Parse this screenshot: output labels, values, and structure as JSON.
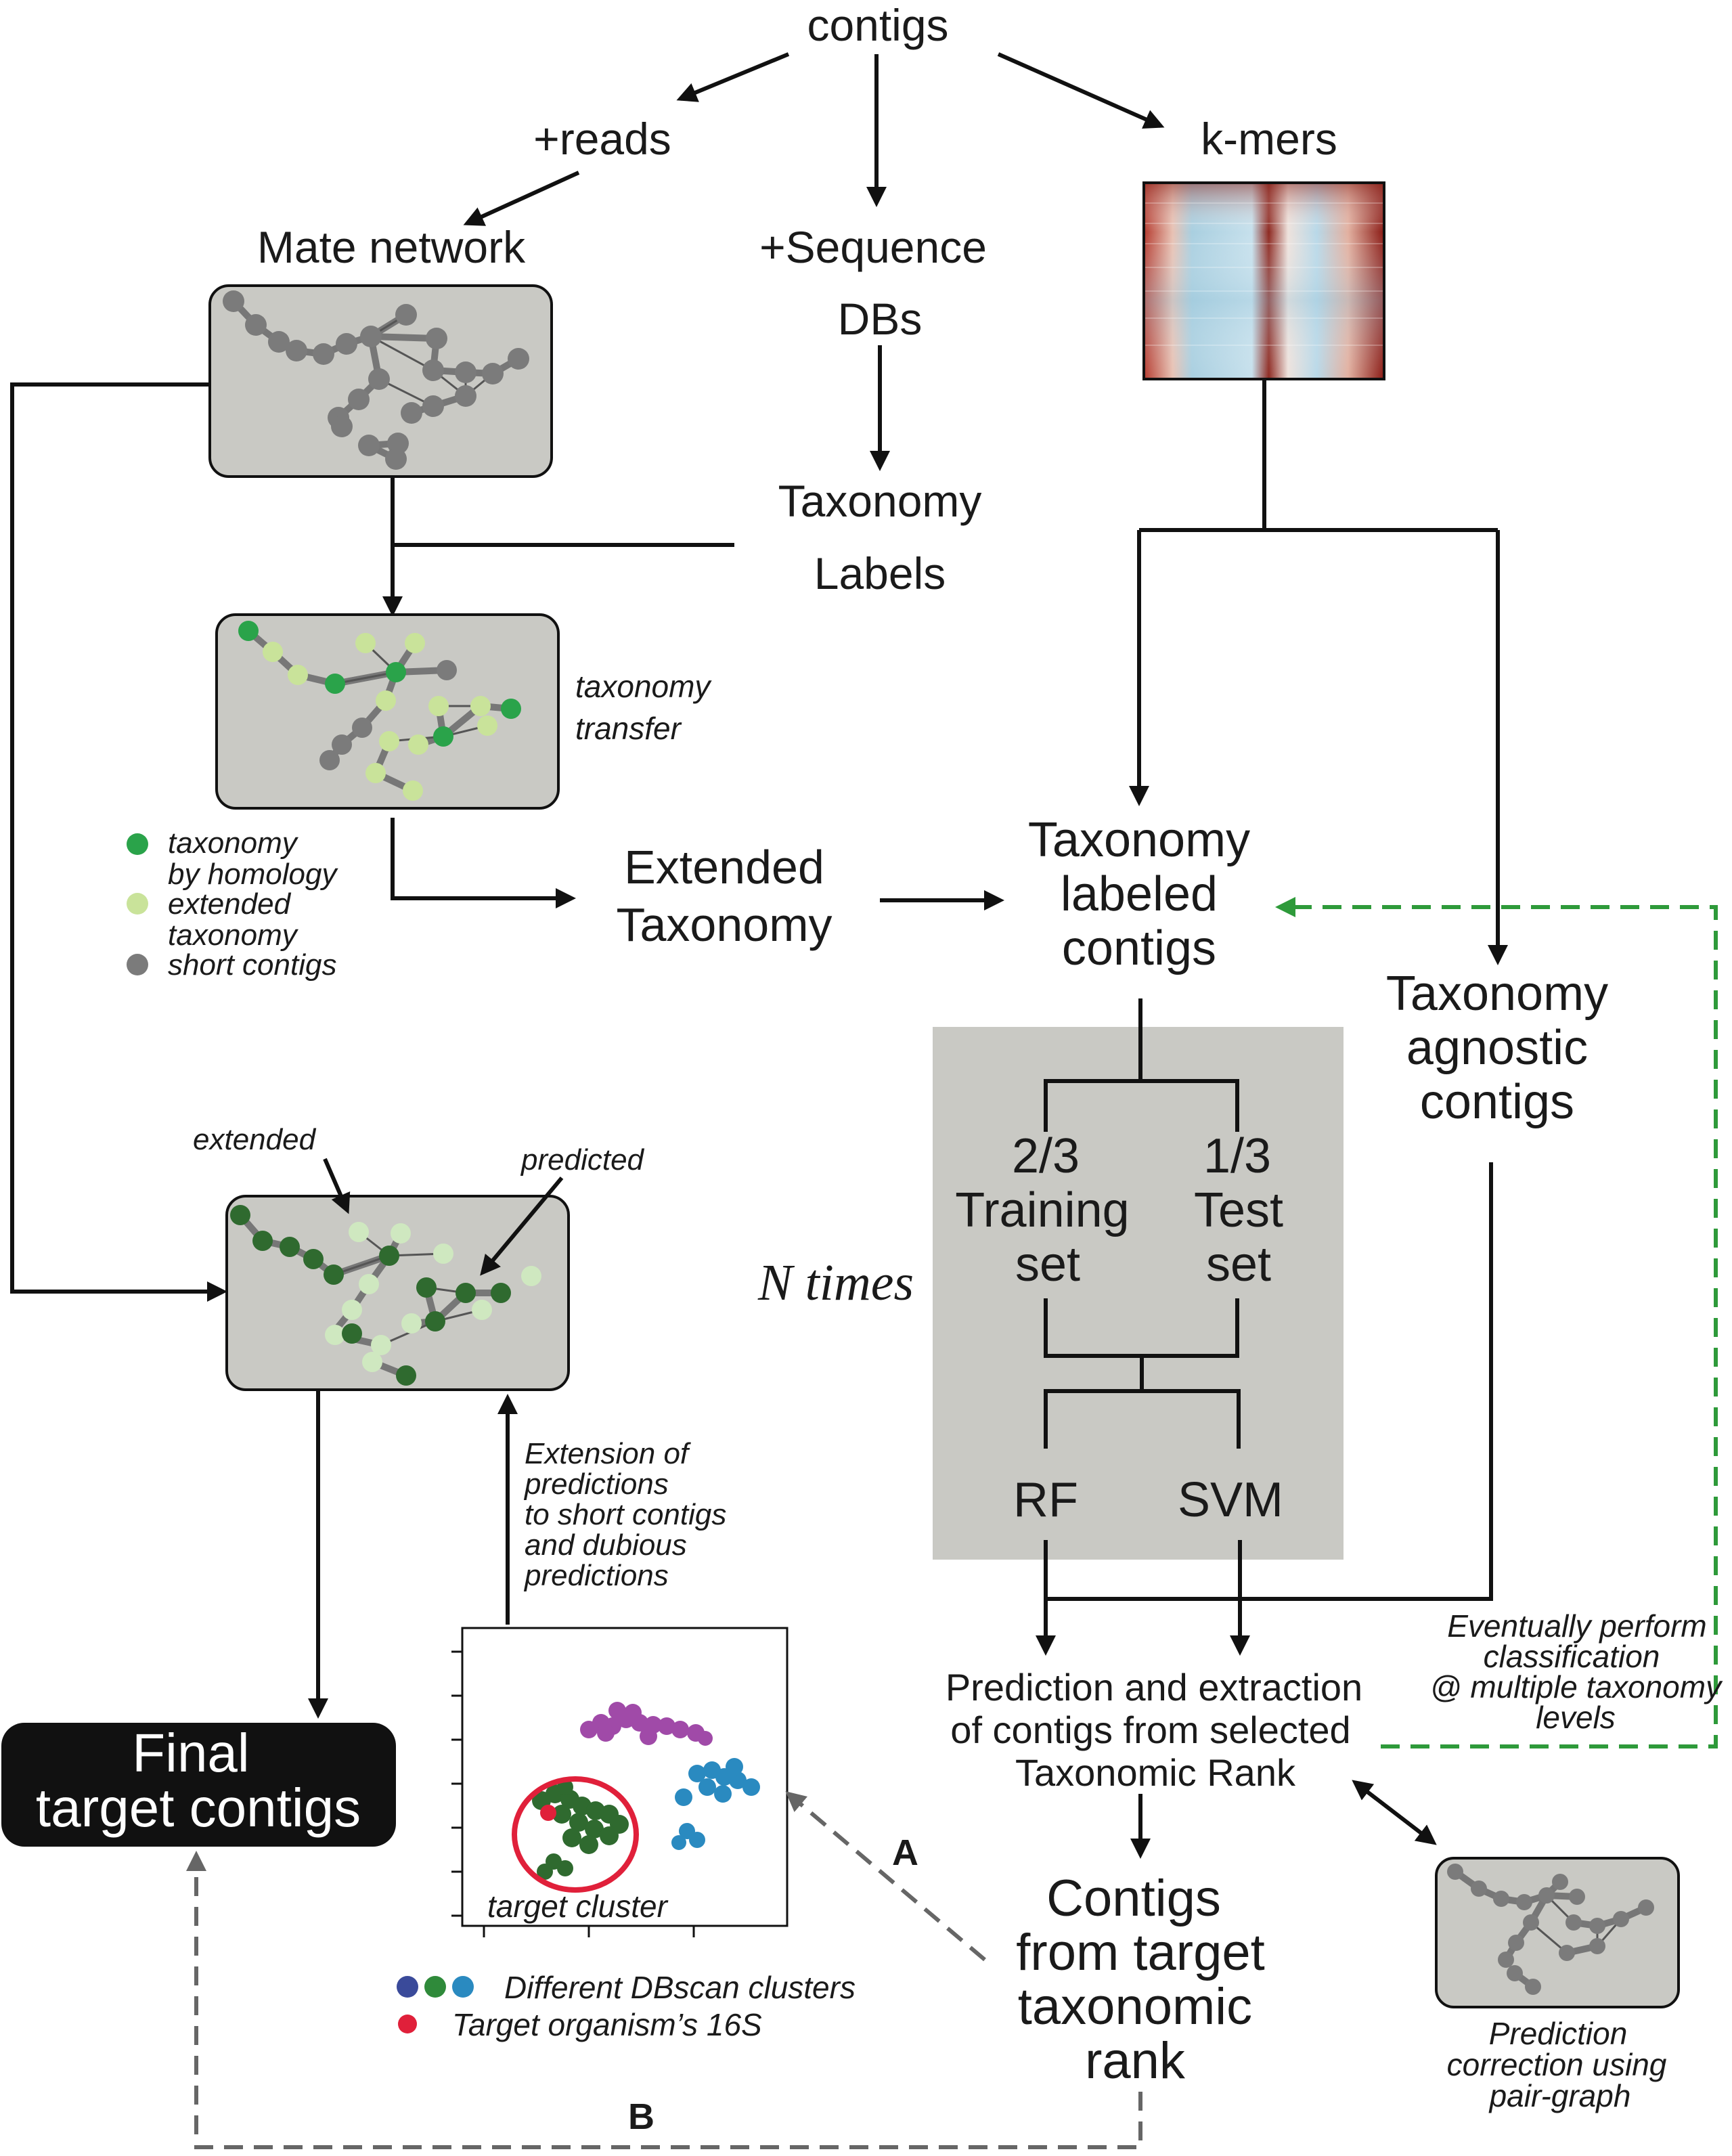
{
  "nodes": {
    "contigs": "contigs",
    "reads": "+reads",
    "kmers": "k-mers",
    "mate_network": "Mate network",
    "sequence_dbs_1": "+Sequence",
    "sequence_dbs_2": "DBs",
    "taxonomy_labels_1": "Taxonomy",
    "taxonomy_labels_2": "Labels",
    "taxonomy_transfer_1": "taxonomy",
    "taxonomy_transfer_2": "transfer",
    "extended_taxonomy_1": "Extended",
    "extended_taxonomy_2": "Taxonomy",
    "labeled_contigs_1": "Taxonomy",
    "labeled_contigs_2": "labeled",
    "labeled_contigs_3": "contigs",
    "agnostic_contigs_1": "Taxonomy",
    "agnostic_contigs_2": "agnostic",
    "agnostic_contigs_3": "contigs",
    "training_1": "2/3",
    "training_2": "Training",
    "training_3": "set",
    "test_1": "1/3",
    "test_2": "Test",
    "test_3": "set",
    "n_times": "N times",
    "rf": "RF",
    "svm": "SVM",
    "extended_label": "extended",
    "predicted_label": "predicted",
    "extension_1": "Extension of",
    "extension_2": "predictions",
    "extension_3": "to short contigs",
    "extension_4": "and dubious",
    "extension_5": "predictions",
    "eventually_1": "Eventually perform",
    "eventually_2": "classification",
    "eventually_3": "@ multiple taxonomy",
    "eventually_4": "levels",
    "prediction_1": "Prediction and extraction",
    "prediction_2": "of contigs from selected",
    "prediction_3": "Taxonomic Rank",
    "target_rank_1": "Contigs",
    "target_rank_2": "from target",
    "target_rank_3": "taxonomic",
    "target_rank_4": "rank",
    "final_1": "Final",
    "final_2": "target contigs",
    "target_cluster": "target cluster",
    "pair_graph_1": "Prediction",
    "pair_graph_2": "correction using",
    "pair_graph_3": "pair-graph",
    "arrow_a": "A",
    "arrow_b": "B"
  },
  "legend_taxonomy": [
    {
      "label_1": "taxonomy",
      "label_2": "by homology",
      "color": "#2aa34a"
    },
    {
      "label_1": "extended",
      "label_2": "taxonomy",
      "color": "#c9e39a"
    },
    {
      "label_1": "short contigs",
      "label_2": "",
      "color": "#7b7b7b"
    }
  ],
  "legend_dbscan": [
    {
      "label": "Different DBscan clusters",
      "colors": [
        "#3a4a9a",
        "#2f8a3a",
        "#2a8ac0"
      ]
    },
    {
      "label": "Target organism’s 16S",
      "colors": [
        "#e0203a"
      ]
    }
  ],
  "colors": {
    "panel": "#c9c9c4",
    "short_contig": "#7b7b7b",
    "homology": "#2aa34a",
    "extended": "#c9e39a",
    "predicted_dark": "#2f6a2f",
    "predicted_light": "#cfe8c0",
    "feedback_dash": "#2e9a3a",
    "cluster_purple": "#a04aa8",
    "cluster_blue": "#2a8ac0",
    "cluster_green": "#2f6a2f",
    "target_red": "#e0203a"
  }
}
